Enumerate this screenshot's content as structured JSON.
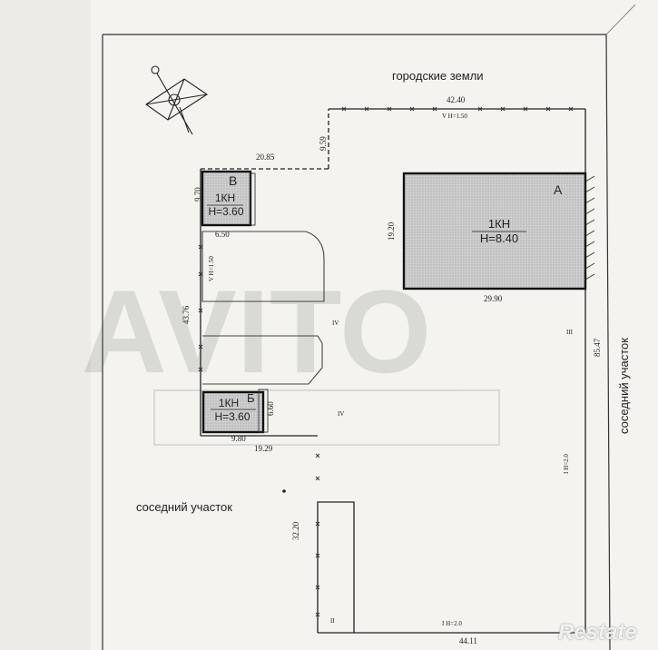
{
  "labels": {
    "city_lands": "городские земли",
    "neighbor_right": "соседний участок",
    "neighbor_left": "соседний участок"
  },
  "buildings": {
    "a": {
      "letter": "А",
      "type": "1КН",
      "height": "Н=8.40"
    },
    "v": {
      "letter": "В",
      "type": "1КН",
      "height": "Н=3.60"
    },
    "b": {
      "letter": "Б",
      "type": "1КН",
      "height": "Н=3.60"
    }
  },
  "dimensions": {
    "top": "42.40",
    "top_left_vert": "9.59",
    "mid_horiz": "20.85",
    "v_vert": "9.70",
    "v_horiz": "6.50",
    "a_vert": "19.20",
    "a_horiz": "29.90",
    "left_vert": "43.76",
    "right_vert": "85.47",
    "b_vert": "6.60",
    "b_horiz": "9.80",
    "bottom_mid": "19.29",
    "low_vert": "32.20",
    "bottom": "44.11"
  },
  "fence_notes": {
    "top": "V H=1.50",
    "left": "V H=1.50",
    "right": "I H=2.0",
    "bottom": "I H=2.0"
  },
  "fence_marks": {
    "iii": "III",
    "iv_a": "IV",
    "iv_b": "IV",
    "ii": "II"
  },
  "watermark": "Restate"
}
